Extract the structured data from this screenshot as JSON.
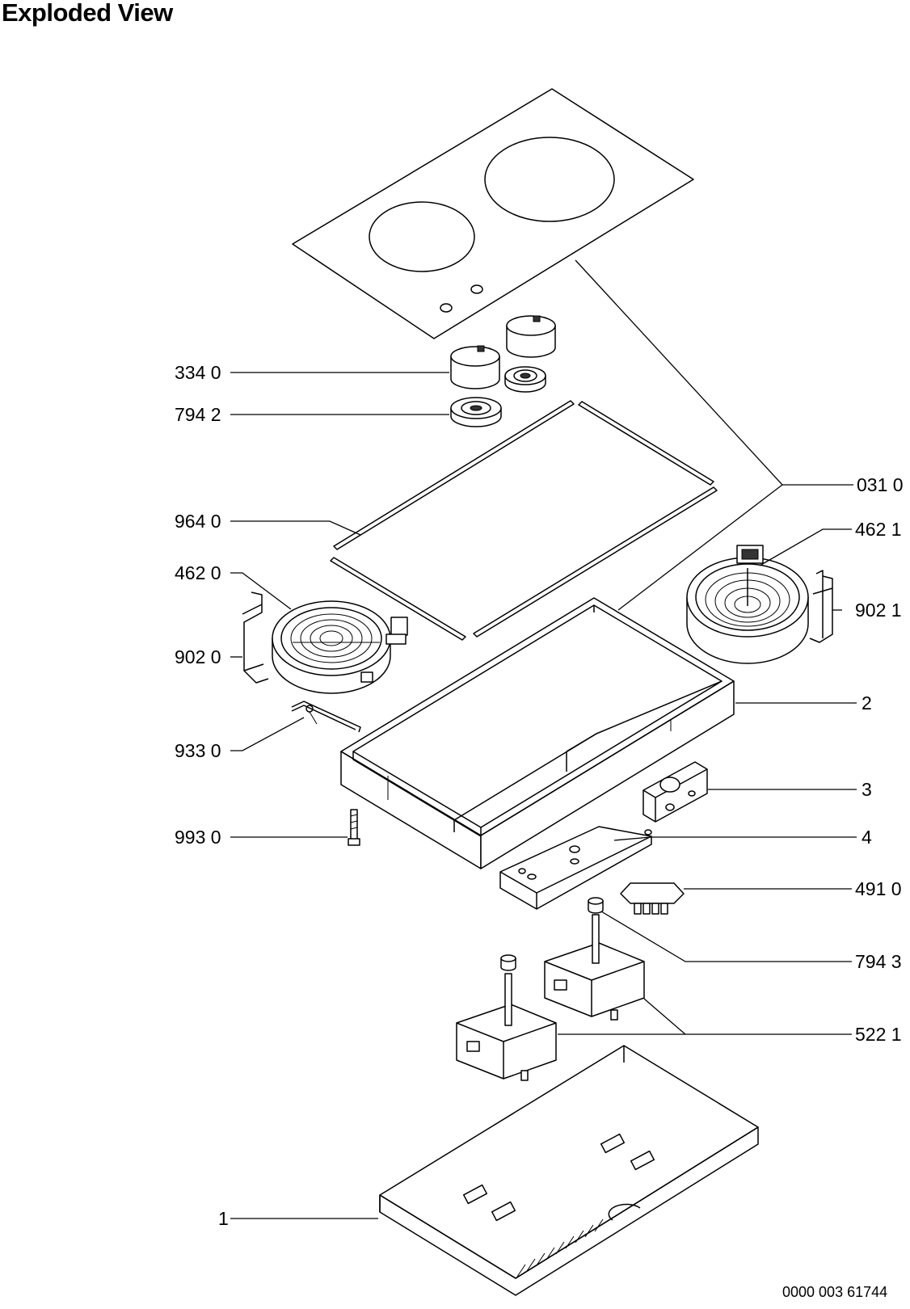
{
  "title": "Exploded View",
  "drawing_code": "0000 003 61744",
  "callouts": [
    {
      "id": "334-0",
      "text": "334 0"
    },
    {
      "id": "794-2",
      "text": "794 2"
    },
    {
      "id": "964-0",
      "text": "964 0"
    },
    {
      "id": "462-0",
      "text": "462 0"
    },
    {
      "id": "902-0",
      "text": "902 0"
    },
    {
      "id": "933-0",
      "text": "933 0"
    },
    {
      "id": "993-0",
      "text": "993 0"
    },
    {
      "id": "1",
      "text": "1"
    },
    {
      "id": "031-0",
      "text": "031 0"
    },
    {
      "id": "462-1",
      "text": "462 1"
    },
    {
      "id": "902-1",
      "text": "902 1"
    },
    {
      "id": "2",
      "text": "2"
    },
    {
      "id": "3",
      "text": "3"
    },
    {
      "id": "4",
      "text": "4"
    },
    {
      "id": "491-0",
      "text": "491 0"
    },
    {
      "id": "794-3",
      "text": "794 3"
    },
    {
      "id": "522-1",
      "text": "522 1"
    }
  ]
}
